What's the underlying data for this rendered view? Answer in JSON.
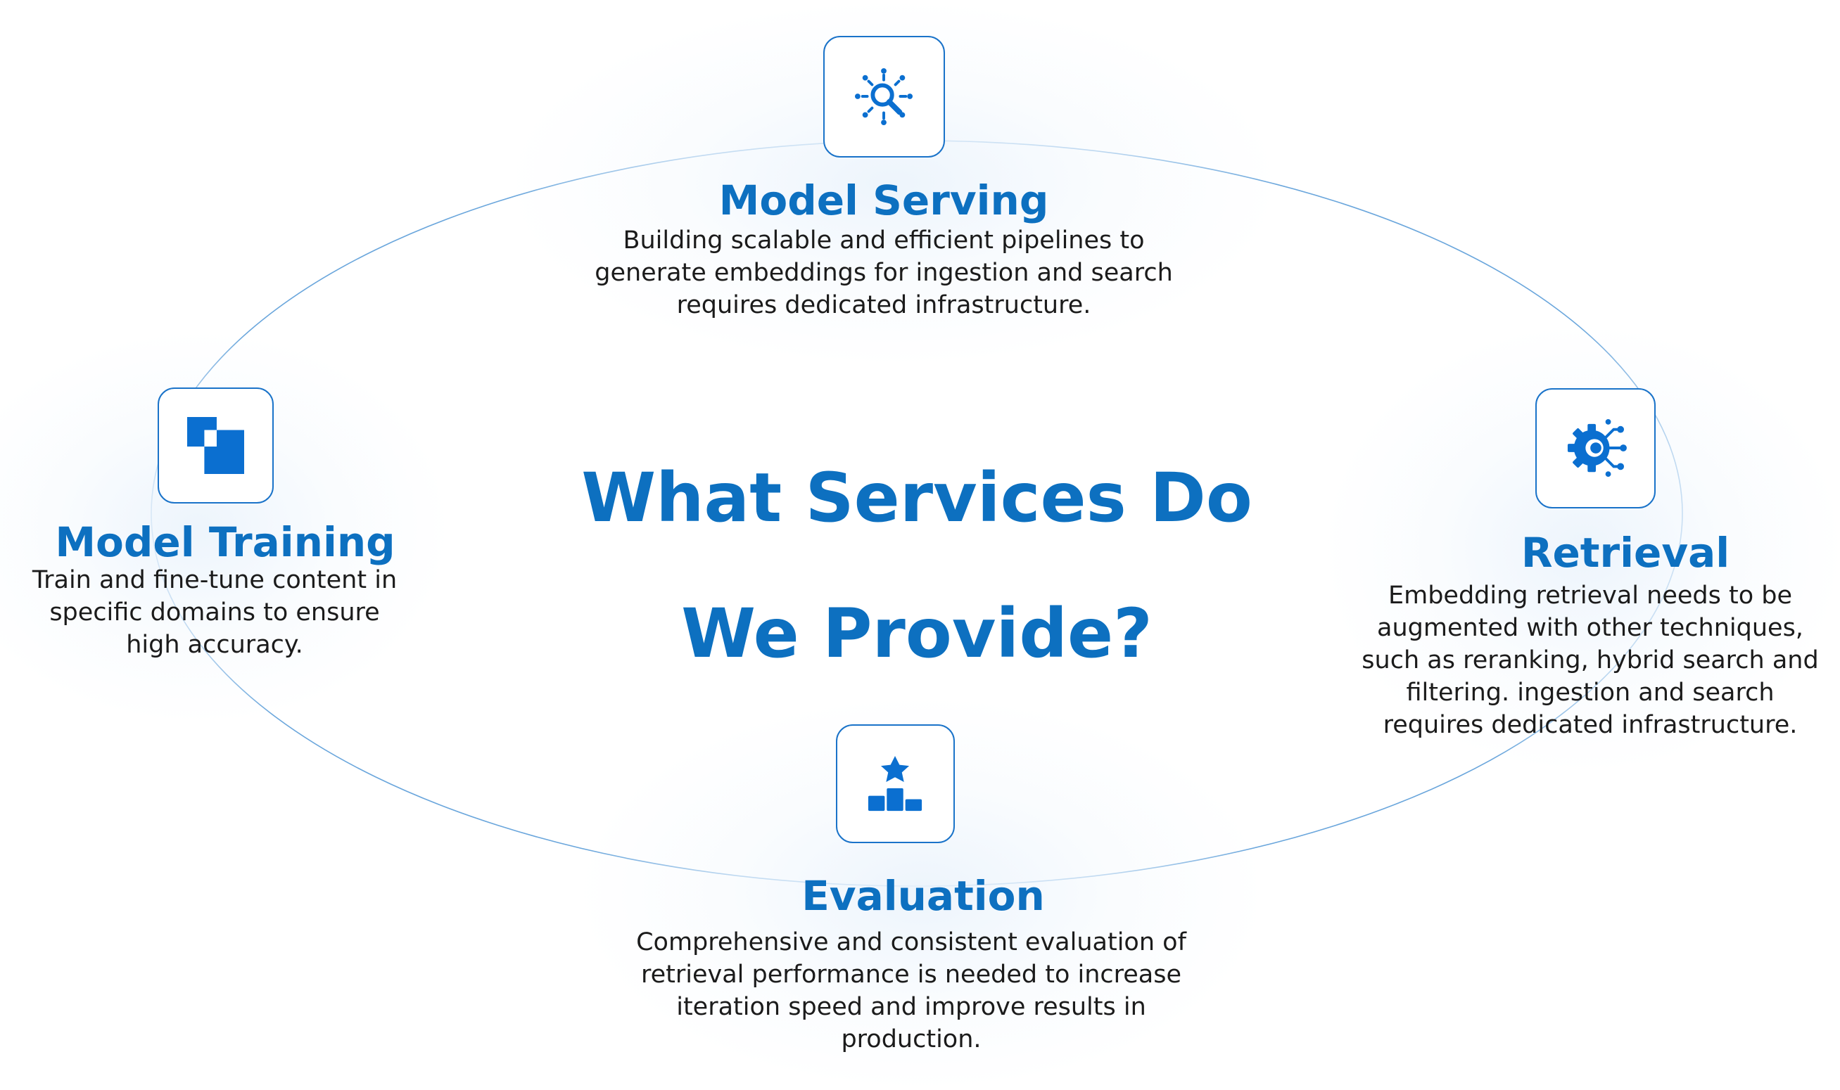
{
  "title": {
    "line1": "What Services Do",
    "line2": "We Provide?"
  },
  "nodes": {
    "model_serving": {
      "heading": "Model Serving",
      "lines": [
        "Building scalable and efficient pipelines to",
        "generate embeddings for ingestion and search",
        "requires dedicated infrastructure."
      ],
      "icon": "network-search-icon"
    },
    "model_training": {
      "heading": "Model Training",
      "lines": [
        "Train and fine-tune content in",
        "specific domains to ensure",
        "high accuracy."
      ],
      "icon": "overlapping-squares-icon"
    },
    "retrieval": {
      "heading": "Retrieval",
      "lines": [
        "Embedding retrieval needs to be",
        "augmented with other techniques,",
        "such as reranking, hybrid search and",
        "filtering. ingestion and search",
        "requires dedicated infrastructure."
      ],
      "icon": "gear-network-icon"
    },
    "evaluation": {
      "heading": "Evaluation",
      "lines": [
        "Comprehensive and consistent evaluation of",
        "retrieval performance is needed to increase",
        "iteration speed and improve results in",
        "production."
      ],
      "icon": "podium-star-icon"
    }
  },
  "colors": {
    "accent": "#0d70c0",
    "icon": "#0b6fd0",
    "ring": "#5b9bd5",
    "text": "#1b1b1b"
  }
}
